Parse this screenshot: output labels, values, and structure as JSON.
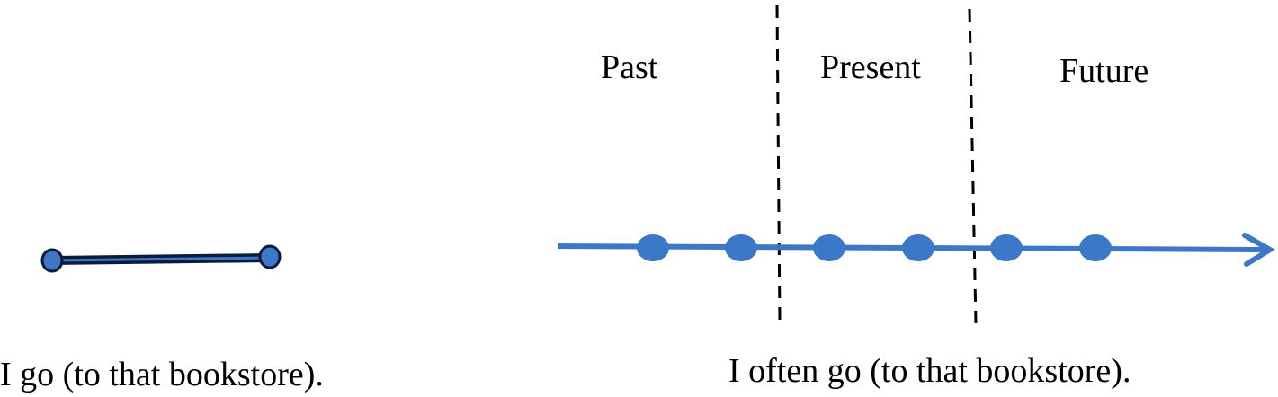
{
  "periods": {
    "past": "Past",
    "present": "Present",
    "future": "Future"
  },
  "captions": {
    "left": "I go (to that bookstore).",
    "right": "I often go (to that bookstore)."
  },
  "colors": {
    "timeline_blue": "#3c78c8",
    "segment_fill": "#2e5fae",
    "segment_outline": "#0d1b3a",
    "divider": "#000000"
  },
  "timeline": {
    "event_count": 6
  }
}
